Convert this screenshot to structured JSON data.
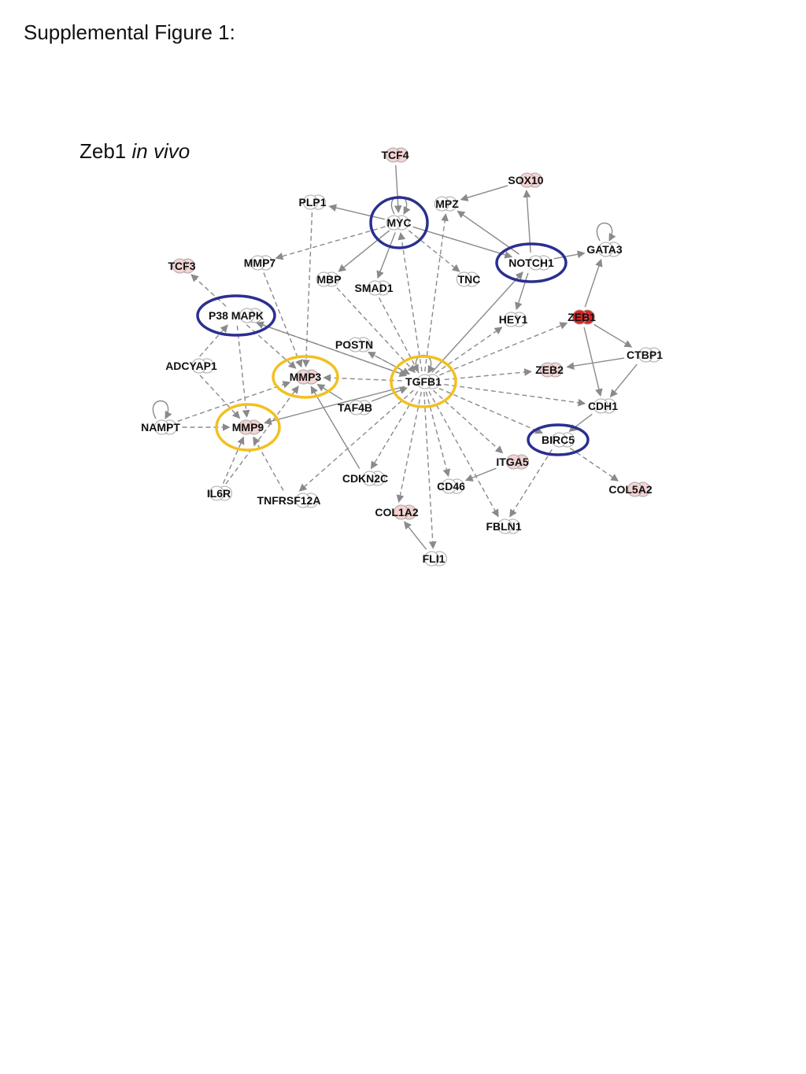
{
  "figure_title": "Supplemental Figure 1:",
  "panel_label": {
    "main": "Zeb1",
    "italic": "in vivo"
  },
  "colors": {
    "edge": "#8a8a8a",
    "node_fill_white": "#ffffff",
    "node_fill_pink": "#f6d3d3",
    "node_fill_red": "#e02424",
    "node_stroke": "#a8a8a8",
    "highlight_blue": "#2b2f8f",
    "highlight_yellow": "#f2c01e"
  },
  "nodes": [
    {
      "id": "TCF4",
      "label": "TCF4",
      "fill": "pink"
    },
    {
      "id": "SOX10",
      "label": "SOX10",
      "fill": "pink"
    },
    {
      "id": "PLP1",
      "label": "PLP1",
      "fill": "white"
    },
    {
      "id": "MPZ",
      "label": "MPZ",
      "fill": "white"
    },
    {
      "id": "MYC",
      "label": "MYC",
      "fill": "white"
    },
    {
      "id": "GATA3",
      "label": "GATA3",
      "fill": "white"
    },
    {
      "id": "TCF3",
      "label": "TCF3",
      "fill": "pink"
    },
    {
      "id": "MMP7",
      "label": "MMP7",
      "fill": "white"
    },
    {
      "id": "NOTCH1",
      "label": "NOTCH1",
      "fill": "white"
    },
    {
      "id": "MBP",
      "label": "MBP",
      "fill": "white"
    },
    {
      "id": "SMAD1",
      "label": "SMAD1",
      "fill": "white"
    },
    {
      "id": "TNC",
      "label": "TNC",
      "fill": "white"
    },
    {
      "id": "P38MAPK",
      "label": "P38 MAPK",
      "fill": "white"
    },
    {
      "id": "HEY1",
      "label": "HEY1",
      "fill": "white"
    },
    {
      "id": "ZEB1",
      "label": "ZEB1",
      "fill": "red"
    },
    {
      "id": "POSTN",
      "label": "POSTN",
      "fill": "white"
    },
    {
      "id": "CTBP1",
      "label": "CTBP1",
      "fill": "white"
    },
    {
      "id": "ADCYAP1",
      "label": "ADCYAP1",
      "fill": "white"
    },
    {
      "id": "MMP3",
      "label": "MMP3",
      "fill": "pink"
    },
    {
      "id": "TGFB1",
      "label": "TGFB1",
      "fill": "white"
    },
    {
      "id": "ZEB2",
      "label": "ZEB2",
      "fill": "pink"
    },
    {
      "id": "TAF4B",
      "label": "TAF4B",
      "fill": "white"
    },
    {
      "id": "CDH1",
      "label": "CDH1",
      "fill": "white"
    },
    {
      "id": "NAMPT",
      "label": "NAMPT",
      "fill": "white"
    },
    {
      "id": "MMP9",
      "label": "MMP9",
      "fill": "pink"
    },
    {
      "id": "BIRC5",
      "label": "BIRC5",
      "fill": "white"
    },
    {
      "id": "ITGA5",
      "label": "ITGA5",
      "fill": "pink"
    },
    {
      "id": "CDKN2C",
      "label": "CDKN2C",
      "fill": "white"
    },
    {
      "id": "CD46",
      "label": "CD46",
      "fill": "white"
    },
    {
      "id": "COL5A2",
      "label": "COL5A2",
      "fill": "pink"
    },
    {
      "id": "IL6R",
      "label": "IL6R",
      "fill": "white"
    },
    {
      "id": "TNFRSF12A",
      "label": "TNFRSF12A",
      "fill": "white"
    },
    {
      "id": "COL1A2",
      "label": "COL1A2",
      "fill": "pink"
    },
    {
      "id": "FBLN1",
      "label": "FBLN1",
      "fill": "white"
    },
    {
      "id": "FLI1",
      "label": "FLI1",
      "fill": "white"
    }
  ],
  "edges": [
    {
      "from": "TCF4",
      "to": "MYC",
      "style": "solid"
    },
    {
      "from": "MYC",
      "to": "PLP1",
      "style": "solid"
    },
    {
      "from": "MYC",
      "to": "MMP7",
      "style": "dashed"
    },
    {
      "from": "MYC",
      "to": "MBP",
      "style": "solid"
    },
    {
      "from": "MYC",
      "to": "SMAD1",
      "style": "solid"
    },
    {
      "from": "MYC",
      "to": "TNC",
      "style": "dashed"
    },
    {
      "from": "MYC",
      "to": "NOTCH1",
      "style": "solid"
    },
    {
      "from": "NOTCH1",
      "to": "MPZ",
      "style": "solid"
    },
    {
      "from": "SOX10",
      "to": "MPZ",
      "style": "solid"
    },
    {
      "from": "NOTCH1",
      "to": "SOX10",
      "style": "solid"
    },
    {
      "from": "NOTCH1",
      "to": "GATA3",
      "style": "solid"
    },
    {
      "from": "NOTCH1",
      "to": "HEY1",
      "style": "solid"
    },
    {
      "from": "ZEB1",
      "to": "GATA3",
      "style": "solid"
    },
    {
      "from": "ZEB1",
      "to": "CDH1",
      "style": "solid"
    },
    {
      "from": "ZEB1",
      "to": "CTBP1",
      "style": "solid"
    },
    {
      "from": "CTBP1",
      "to": "CDH1",
      "style": "solid"
    },
    {
      "from": "CTBP1",
      "to": "ZEB2",
      "style": "solid"
    },
    {
      "from": "TGFB1",
      "to": "MYC",
      "style": "dashed"
    },
    {
      "from": "TGFB1",
      "to": "MPZ",
      "style": "dashed"
    },
    {
      "from": "TGFB1",
      "to": "NOTCH1",
      "style": "solid"
    },
    {
      "from": "TGFB1",
      "to": "HEY1",
      "style": "dashed"
    },
    {
      "from": "TGFB1",
      "to": "ZEB1",
      "style": "dashed"
    },
    {
      "from": "TGFB1",
      "to": "ZEB2",
      "style": "dashed"
    },
    {
      "from": "TGFB1",
      "to": "CDH1",
      "style": "dashed"
    },
    {
      "from": "TGFB1",
      "to": "BIRC5",
      "style": "dashed"
    },
    {
      "from": "TGFB1",
      "to": "ITGA5",
      "style": "dashed"
    },
    {
      "from": "TGFB1",
      "to": "FBLN1",
      "style": "dashed"
    },
    {
      "from": "TGFB1",
      "to": "CD46",
      "style": "dashed"
    },
    {
      "from": "TGFB1",
      "to": "COL1A2",
      "style": "dashed"
    },
    {
      "from": "TGFB1",
      "to": "FLI1",
      "style": "dashed"
    },
    {
      "from": "TGFB1",
      "to": "CDKN2C",
      "style": "dashed"
    },
    {
      "from": "TGFB1",
      "to": "TNFRSF12A",
      "style": "dashed"
    },
    {
      "from": "TGFB1",
      "to": "MMP3",
      "style": "dashed"
    },
    {
      "from": "TGFB1",
      "to": "MMP9",
      "style": "solid"
    },
    {
      "from": "TGFB1",
      "to": "P38MAPK",
      "style": "dashed"
    },
    {
      "from": "TGFB1",
      "to": "POSTN",
      "style": "dashed"
    },
    {
      "from": "MBP",
      "to": "TGFB1",
      "style": "dashed"
    },
    {
      "from": "SMAD1",
      "to": "TGFB1",
      "style": "dashed"
    },
    {
      "from": "P38MAPK",
      "to": "TGFB1",
      "style": "solid"
    },
    {
      "from": "POSTN",
      "to": "TGFB1",
      "style": "dashed"
    },
    {
      "from": "TAF4B",
      "to": "TGFB1",
      "style": "solid"
    },
    {
      "from": "P38MAPK",
      "to": "TCF3",
      "style": "dashed"
    },
    {
      "from": "MMP7",
      "to": "MMP3",
      "style": "dashed"
    },
    {
      "from": "PLP1",
      "to": "MMP3",
      "style": "dashed"
    },
    {
      "from": "P38MAPK",
      "to": "MMP3",
      "style": "dashed"
    },
    {
      "from": "P38MAPK",
      "to": "MMP9",
      "style": "dashed"
    },
    {
      "from": "ADCYAP1",
      "to": "P38MAPK",
      "style": "dashed"
    },
    {
      "from": "ADCYAP1",
      "to": "MMP9",
      "style": "dashed"
    },
    {
      "from": "NAMPT",
      "to": "MMP9",
      "style": "dashed"
    },
    {
      "from": "NAMPT",
      "to": "MMP3",
      "style": "dashed"
    },
    {
      "from": "IL6R",
      "to": "MMP9",
      "style": "dashed"
    },
    {
      "from": "IL6R",
      "to": "MMP3",
      "style": "dashed"
    },
    {
      "from": "TAF4B",
      "to": "MMP3",
      "style": "solid"
    },
    {
      "from": "CDKN2C",
      "to": "MMP3",
      "style": "solid"
    },
    {
      "from": "TNFRSF12A",
      "to": "MMP9",
      "style": "dashed"
    },
    {
      "from": "BIRC5",
      "to": "FBLN1",
      "style": "dashed"
    },
    {
      "from": "BIRC5",
      "to": "COL5A2",
      "style": "dashed"
    },
    {
      "from": "ITGA5",
      "to": "CD46",
      "style": "solid"
    },
    {
      "from": "FLI1",
      "to": "COL1A2",
      "style": "solid"
    },
    {
      "from": "CDH1",
      "to": "BIRC5",
      "style": "solid"
    }
  ],
  "self_loops": [
    "MYC",
    "GATA3",
    "NAMPT",
    "TGFB1"
  ],
  "highlights": [
    {
      "target": "MYC",
      "color": "blue"
    },
    {
      "target": "NOTCH1",
      "color": "blue"
    },
    {
      "target": "P38MAPK",
      "color": "blue"
    },
    {
      "target": "BIRC5",
      "color": "blue"
    },
    {
      "target": "MMP3",
      "color": "yellow"
    },
    {
      "target": "TGFB1",
      "color": "yellow"
    },
    {
      "target": "MMP9",
      "color": "yellow"
    }
  ]
}
